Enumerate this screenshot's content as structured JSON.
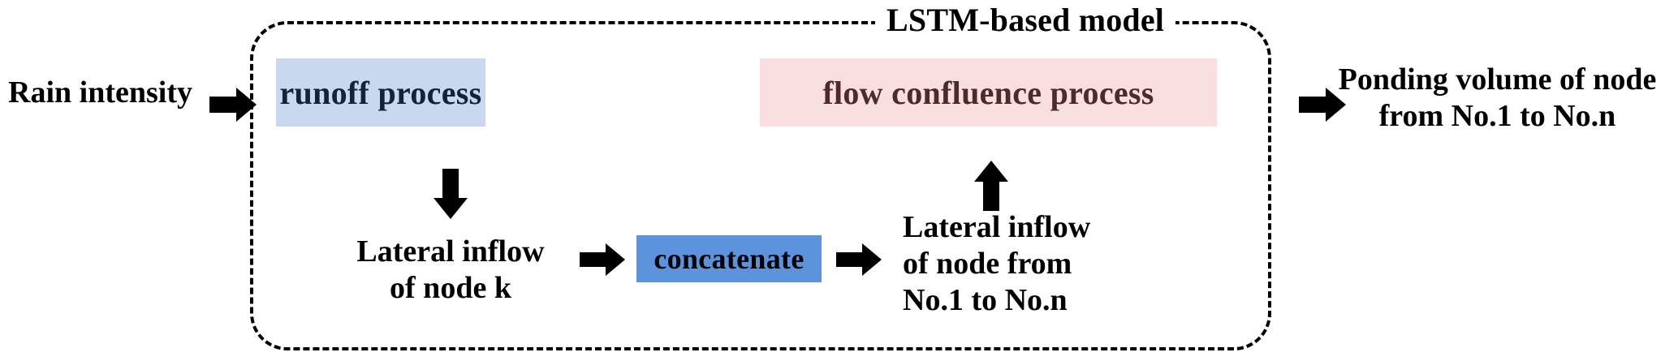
{
  "diagram": {
    "frame_title": "LSTM-based model",
    "input_label": "Rain intensity",
    "output_label": "Ponding volume of node\nfrom No.1 to No.n",
    "runoff_box": "runoff process",
    "confluence_box": "flow confluence process",
    "concat_box": "concatenate",
    "lateral_inflow_k": "Lateral inflow\nof node k",
    "lateral_inflow_n": "Lateral inflow\nof node from\nNo.1 to No.n",
    "arrows": {
      "rain_to_runoff": "arrow-right",
      "runoff_to_lateral": "arrow-down",
      "lateral_to_concat": "arrow-right",
      "concat_to_lateral_n": "arrow-right",
      "lateral_n_to_confluence": "arrow-up",
      "confluence_to_output": "arrow-right"
    },
    "colors": {
      "runoff_fill": "#c8d9ef",
      "runoff_text": "#152238",
      "confluence_fill": "#fadfe1",
      "confluence_text": "#4d2b2b",
      "concat_fill": "#5b93dd",
      "concat_text": "#000000",
      "frame_border": "#000000",
      "arrow": "#000000",
      "background": "#ffffff"
    }
  }
}
